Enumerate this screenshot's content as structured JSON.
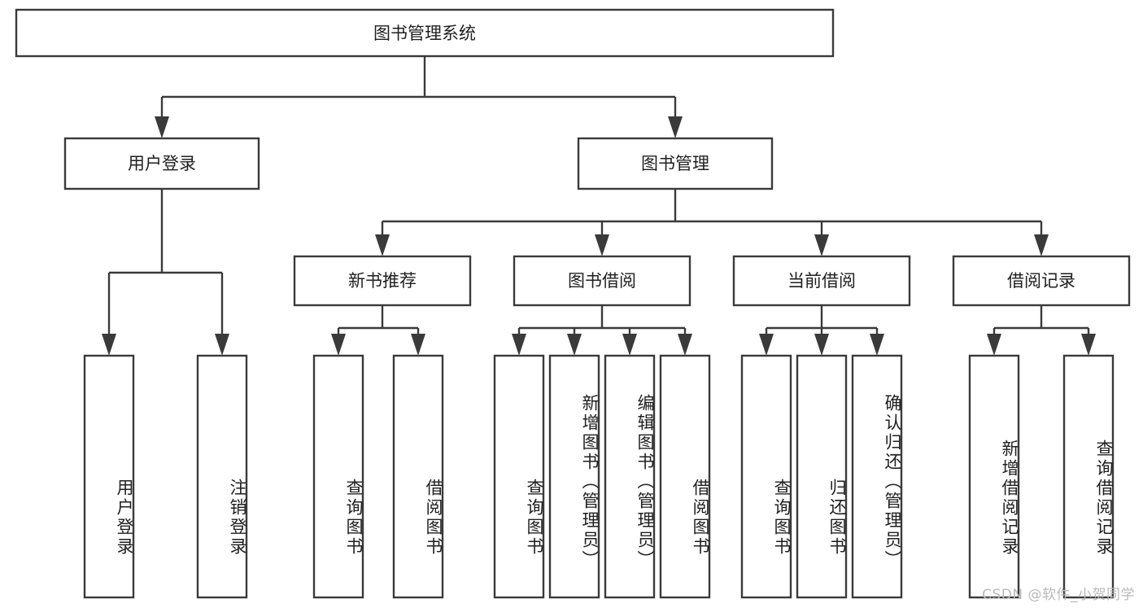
{
  "diagram": {
    "title": "图书管理系统",
    "type": "hierarchy-tree",
    "orientation": "top-down",
    "colors": {
      "stroke": "#3a3a3a",
      "fill": "#ffffff",
      "text": "#1f1f1f",
      "watermark": "#b9b9b9"
    },
    "root": {
      "label": "图书管理系统"
    },
    "level2": [
      {
        "label": "用户登录"
      },
      {
        "label": "图书管理"
      }
    ],
    "level3": [
      {
        "label": "新书推荐"
      },
      {
        "label": "图书借阅"
      },
      {
        "label": "当前借阅"
      },
      {
        "label": "借阅记录"
      }
    ],
    "leaves": {
      "user_login": [
        {
          "label": "用户登录"
        },
        {
          "label": "注销登录"
        }
      ],
      "new_book": [
        {
          "label": "查询图书"
        },
        {
          "label": "借阅图书"
        }
      ],
      "book_borrow": [
        {
          "label": "查询图书"
        },
        {
          "label": "新增图书（管理员）"
        },
        {
          "label": "编辑图书（管理员）"
        },
        {
          "label": "借阅图书"
        }
      ],
      "current_borrow": [
        {
          "label": "查询图书"
        },
        {
          "label": "归还图书"
        },
        {
          "label": "确认归还（管理员）"
        }
      ],
      "borrow_record": [
        {
          "label": "新增借阅记录"
        },
        {
          "label": "查询借阅记录"
        }
      ]
    }
  },
  "watermark": {
    "text": "CSDN @软件_小贺同学"
  }
}
